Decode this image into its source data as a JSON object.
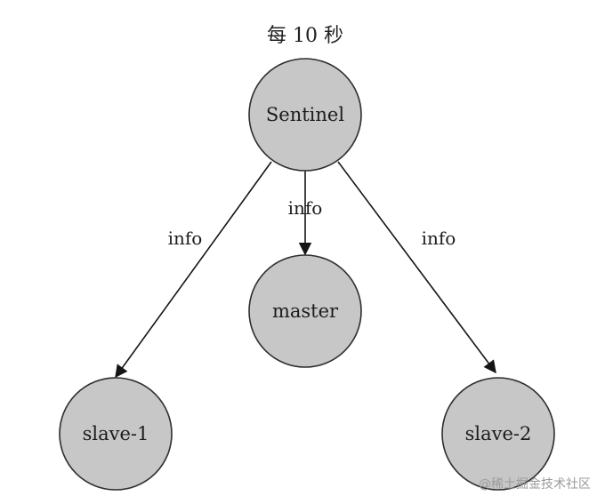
{
  "title": "每 10 秒",
  "nodes": {
    "sentinel": "Sentinel",
    "master": "master",
    "slave1": "slave-1",
    "slave2": "slave-2"
  },
  "edges": {
    "to_master": "info",
    "to_slave1": "info",
    "to_slave2": "info"
  },
  "watermark": "@稀土掘金技术社区",
  "colors": {
    "node_fill": "#c7c7c7",
    "node_stroke": "#2e2e2e",
    "edge": "#151515"
  }
}
